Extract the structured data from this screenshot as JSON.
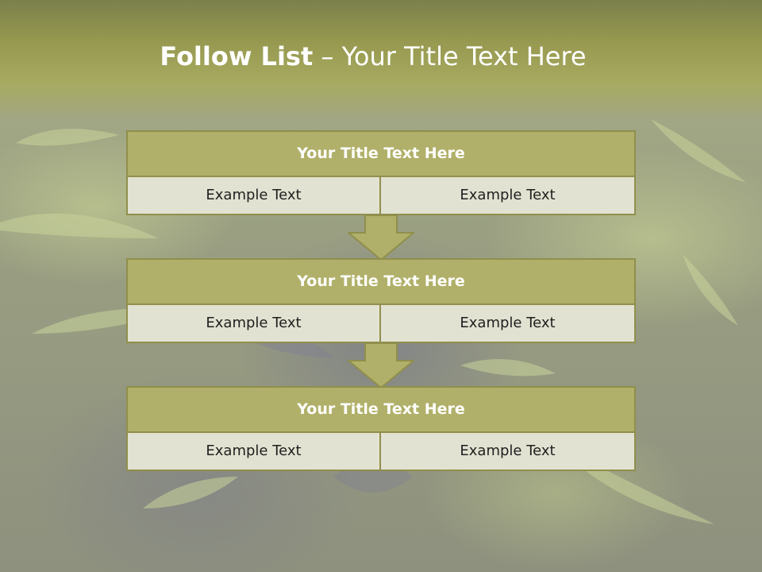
{
  "slide": {
    "title_bold": "Follow List",
    "title_rest": "– Your Title Text Here"
  },
  "blocks": [
    {
      "title": "Your Title Text Here",
      "left": "Example Text",
      "right": "Example Text"
    },
    {
      "title": "Your Title Text Here",
      "left": "Example Text",
      "right": "Example Text"
    },
    {
      "title": "Your Title Text Here",
      "left": "Example Text",
      "right": "Example Text"
    }
  ],
  "colors": {
    "header": "#96994f",
    "block_title": "#b1b06a",
    "block_border": "#908f4c",
    "cell": "#e2e2d2",
    "arrow": "#b1b06a"
  },
  "icons": [
    "down-arrow-icon",
    "down-arrow-icon"
  ]
}
